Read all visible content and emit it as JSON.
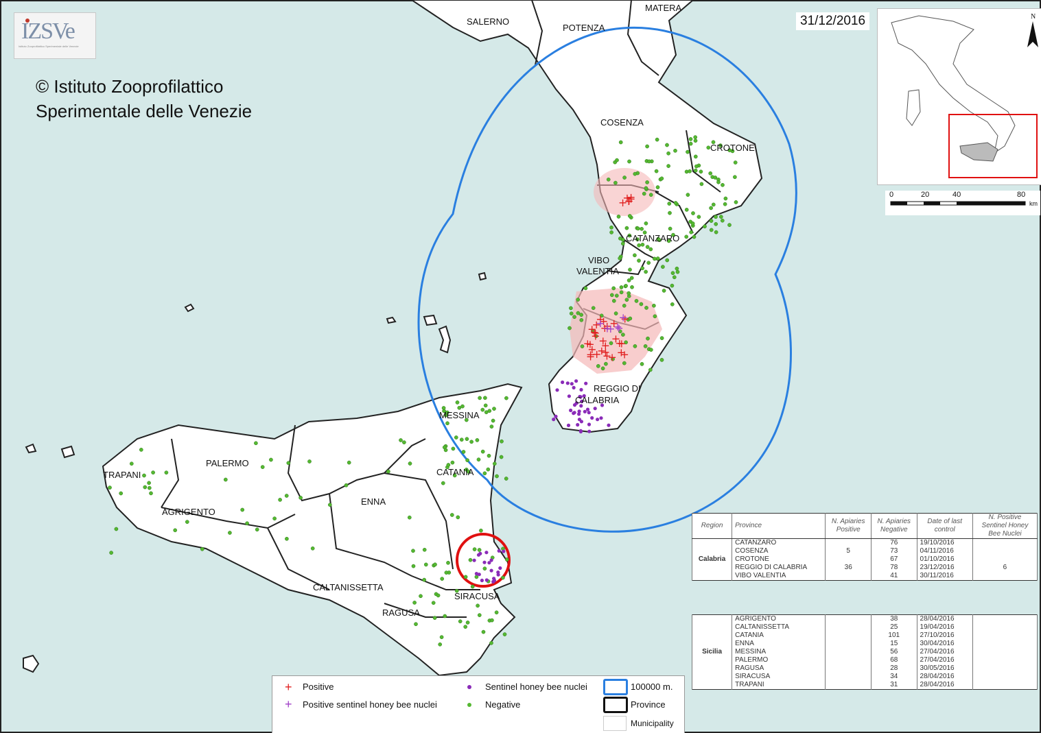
{
  "logo_text": "IZSVe",
  "logo_subtitle": "Istituto Zooprofilattico Sperimentale delle Venezie",
  "copyright_lines": [
    "© Istituto Zooprofilattico",
    "Sperimentale delle Venezie"
  ],
  "date": "31/12/2016",
  "map_labels": [
    {
      "text": "SALERNO",
      "anchor": "salerno"
    },
    {
      "text": "POTENZA",
      "anchor": "potenza"
    },
    {
      "text": "MATERA",
      "anchor": "matera"
    },
    {
      "text": "COSENZA",
      "anchor": "cosenza"
    },
    {
      "text": "CROTONE",
      "anchor": "crotone"
    },
    {
      "text": "CATANZARO",
      "anchor": "catanzaro"
    },
    {
      "text": "VIBO",
      "anchor": "vibo1"
    },
    {
      "text": "VALENTIA",
      "anchor": "vibo2"
    },
    {
      "text": "REGGIO DI",
      "anchor": "reggio1"
    },
    {
      "text": "CALABRIA",
      "anchor": "reggio2"
    },
    {
      "text": "MESSINA",
      "anchor": "messina"
    },
    {
      "text": "PALERMO",
      "anchor": "palermo"
    },
    {
      "text": "TRAPANI",
      "anchor": "trapani"
    },
    {
      "text": "CATANIA",
      "anchor": "catania"
    },
    {
      "text": "ENNA",
      "anchor": "enna"
    },
    {
      "text": "AGRIGENTO",
      "anchor": "agrigento"
    },
    {
      "text": "CALTANISSETTA",
      "anchor": "caltanissetta"
    },
    {
      "text": "SIRACUSA",
      "anchor": "siracusa"
    },
    {
      "text": "RAGUSA",
      "anchor": "ragusa"
    }
  ],
  "inset": {
    "north_label": "N"
  },
  "scale_bar": {
    "ticks": [
      "0",
      "20",
      "40",
      "80"
    ],
    "unit": "km"
  },
  "legend": {
    "positive": "Positive",
    "positive_sentinel": "Positive sentinel honey bee nuclei",
    "sentinel": "Sentinel honey bee nuclei",
    "negative": "Negative",
    "radius": "100000 m.",
    "province": "Province",
    "municipality": "Municipality"
  },
  "colors": {
    "sea": "#d5e9e8",
    "land": "#ffffff",
    "positive": "#e02020",
    "positive_sentinel": "#a040c8",
    "sentinel": "#8a2bb8",
    "negative": "#55b832",
    "radius": "#2a7fe0",
    "highlight": "#e01010",
    "zone": "#f5b8b8"
  },
  "table_headers": [
    "Region",
    "Province",
    "N. Apiaries Positive",
    "N. Apiaries Negative",
    "Date of last control",
    "N. Positive Sentinel Honey Bee Nuclei"
  ],
  "tables": [
    {
      "region": "Calabria",
      "rows": [
        {
          "province": "CATANZARO",
          "positive": "",
          "negative": "76",
          "date": "19/10/2016",
          "sentinel": ""
        },
        {
          "province": "COSENZA",
          "positive": "5",
          "negative": "73",
          "date": "04/11/2016",
          "sentinel": ""
        },
        {
          "province": "CROTONE",
          "positive": "",
          "negative": "67",
          "date": "01/10/2016",
          "sentinel": ""
        },
        {
          "province": "REGGIO DI CALABRIA",
          "positive": "36",
          "negative": "78",
          "date": "23/12/2016",
          "sentinel": "6"
        },
        {
          "province": "VIBO VALENTIA",
          "positive": "",
          "negative": "41",
          "date": "30/11/2016",
          "sentinel": ""
        }
      ]
    },
    {
      "region": "Sicilia",
      "rows": [
        {
          "province": "AGRIGENTO",
          "positive": "",
          "negative": "38",
          "date": "28/04/2016",
          "sentinel": ""
        },
        {
          "province": "CALTANISSETTA",
          "positive": "",
          "negative": "25",
          "date": "19/04/2016",
          "sentinel": ""
        },
        {
          "province": "CATANIA",
          "positive": "",
          "negative": "101",
          "date": "27/10/2016",
          "sentinel": ""
        },
        {
          "province": "ENNA",
          "positive": "",
          "negative": "15",
          "date": "30/04/2016",
          "sentinel": ""
        },
        {
          "province": "MESSINA",
          "positive": "",
          "negative": "56",
          "date": "27/04/2016",
          "sentinel": ""
        },
        {
          "province": "PALERMO",
          "positive": "",
          "negative": "68",
          "date": "27/04/2016",
          "sentinel": ""
        },
        {
          "province": "RAGUSA",
          "positive": "",
          "negative": "28",
          "date": "30/05/2016",
          "sentinel": ""
        },
        {
          "province": "SIRACUSA",
          "positive": "",
          "negative": "34",
          "date": "28/04/2016",
          "sentinel": ""
        },
        {
          "province": "TRAPANI",
          "positive": "",
          "negative": "31",
          "date": "28/04/2016",
          "sentinel": ""
        }
      ]
    }
  ]
}
